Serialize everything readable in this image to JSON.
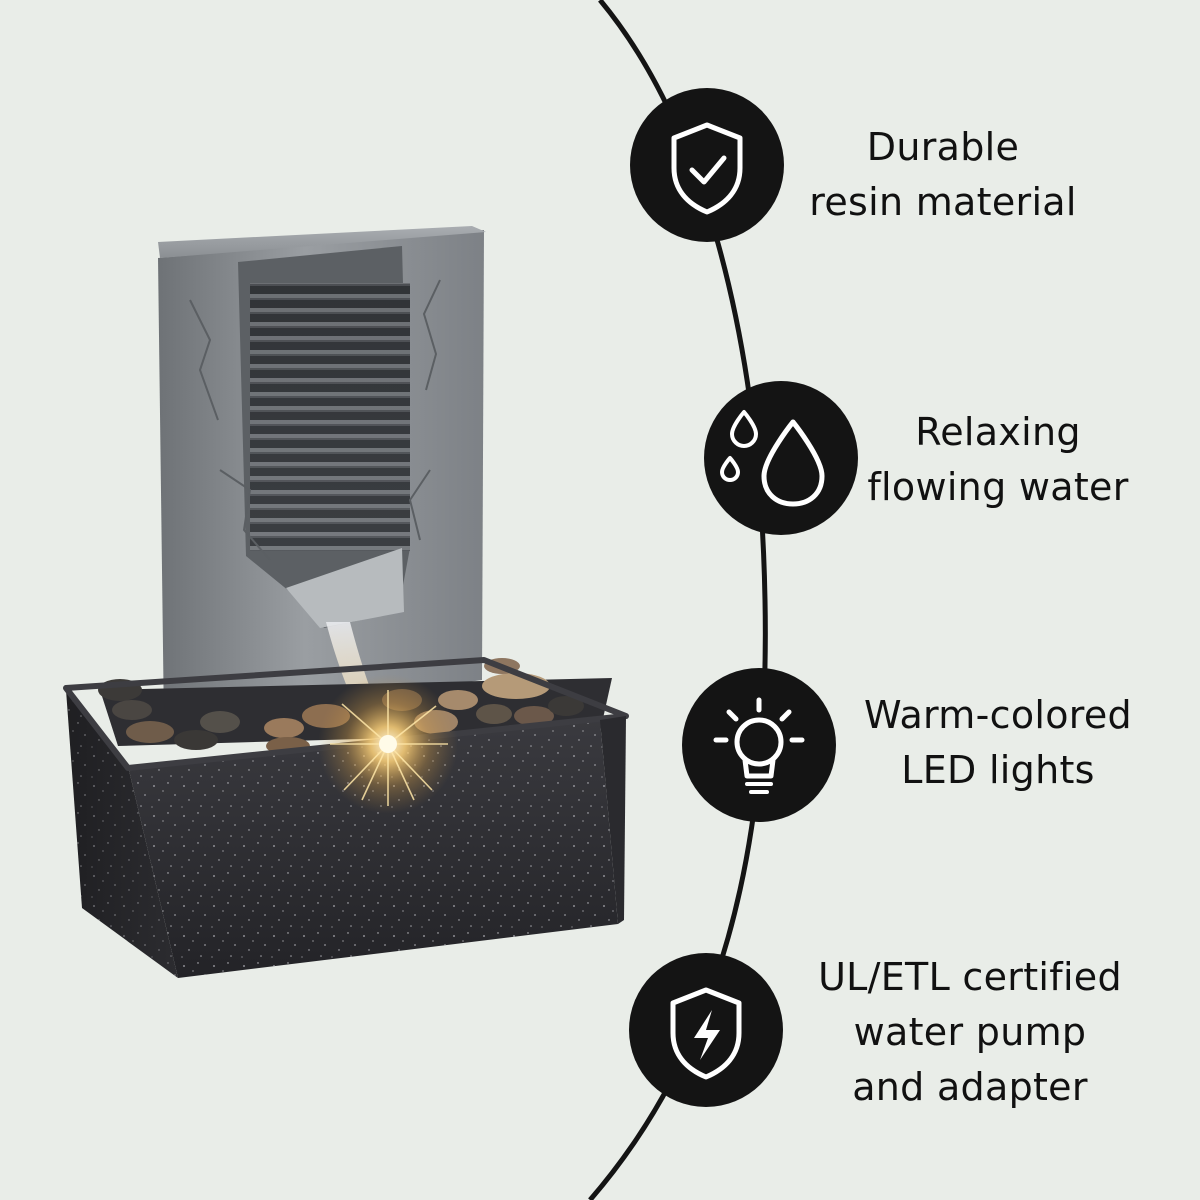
{
  "colors": {
    "background": "#e9ede8",
    "icon_circle": "#141414",
    "icon_line": "#ffffff",
    "text": "#111111",
    "basin": "#2c2c30",
    "stone_panel": "#85888c",
    "light_glow": "#ffd37a"
  },
  "features": [
    {
      "icon": "shield-check-icon",
      "lines": [
        "Durable",
        "resin material"
      ]
    },
    {
      "icon": "water-drops-icon",
      "lines": [
        "Relaxing",
        "flowing water"
      ]
    },
    {
      "icon": "light-bulb-icon",
      "lines": [
        "Warm-colored",
        "LED lights"
      ]
    },
    {
      "icon": "shield-lightning-icon",
      "lines": [
        "UL/ETL certified",
        "water pump",
        "and adapter"
      ]
    }
  ]
}
